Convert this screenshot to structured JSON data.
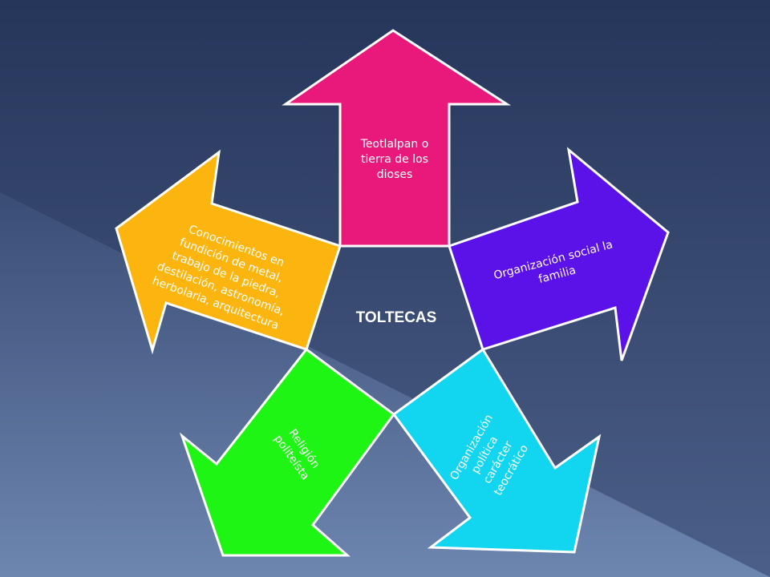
{
  "center": {
    "label": "TOLTECAS",
    "color": "#ffffff"
  },
  "arrows": [
    {
      "key": "top",
      "color": "#e8197a",
      "text_color": "#ffffff",
      "lines": [
        "Teotlalpan o",
        "tierra de los",
        "dioses"
      ]
    },
    {
      "key": "right",
      "color": "#5b12e8",
      "text_color": "#ffffff",
      "lines": [
        "Organización social la",
        "familia"
      ]
    },
    {
      "key": "bottom-right",
      "color": "#12d6f0",
      "text_color": "#ffffff",
      "lines": [
        "Organización",
        "política",
        "carácter",
        "teocrático"
      ]
    },
    {
      "key": "bottom-left",
      "color": "#1ff515",
      "text_color": "#ffffff",
      "lines": [
        "Religión",
        "politeísta"
      ]
    },
    {
      "key": "left",
      "color": "#fbb50e",
      "text_color": "#ffffff",
      "lines": [
        "Conocimientos en",
        "fundición de metal,",
        "trabajo de la piedra,",
        "destilación, astronomía,",
        "herbolaria, arquitectura"
      ]
    }
  ]
}
